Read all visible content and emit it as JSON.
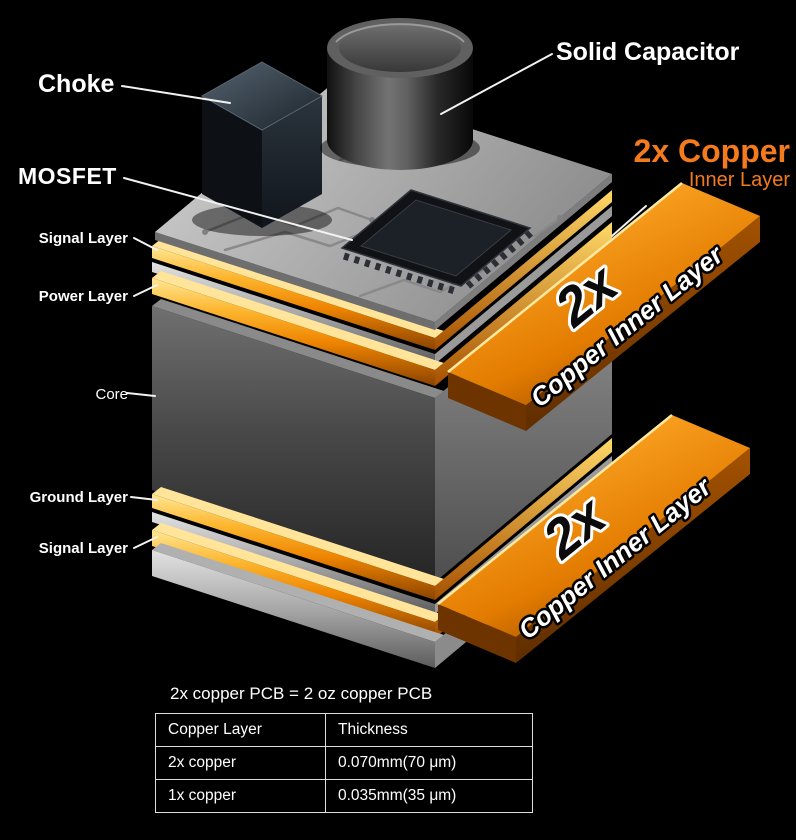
{
  "colors": {
    "background": "#000000",
    "copper_accent": "#f47a1e",
    "text": "#ffffff"
  },
  "component_labels": {
    "choke": "Choke",
    "solid_capacitor": "Solid Capacitor",
    "mosfet": "MOSFET"
  },
  "layer_labels": {
    "signal_top": "Signal Layer",
    "power": "Power Layer",
    "core": "Core",
    "ground": "Ground Layer",
    "signal_bottom": "Signal Layer"
  },
  "callout": {
    "title": "2x Copper",
    "subtitle": "Inner Layer"
  },
  "copper_slabs": [
    {
      "big_text": "2x",
      "label": "Copper Inner Layer"
    },
    {
      "big_text": "2x",
      "label": "Copper Inner Layer"
    }
  ],
  "spec_table": {
    "caption": "2x copper PCB = 2 oz copper PCB",
    "headers": [
      "Copper Layer",
      "Thickness"
    ],
    "rows": [
      [
        "2x copper",
        "0.070mm(70 μm)"
      ],
      [
        "1x copper",
        "0.035mm(35 μm)"
      ]
    ]
  }
}
